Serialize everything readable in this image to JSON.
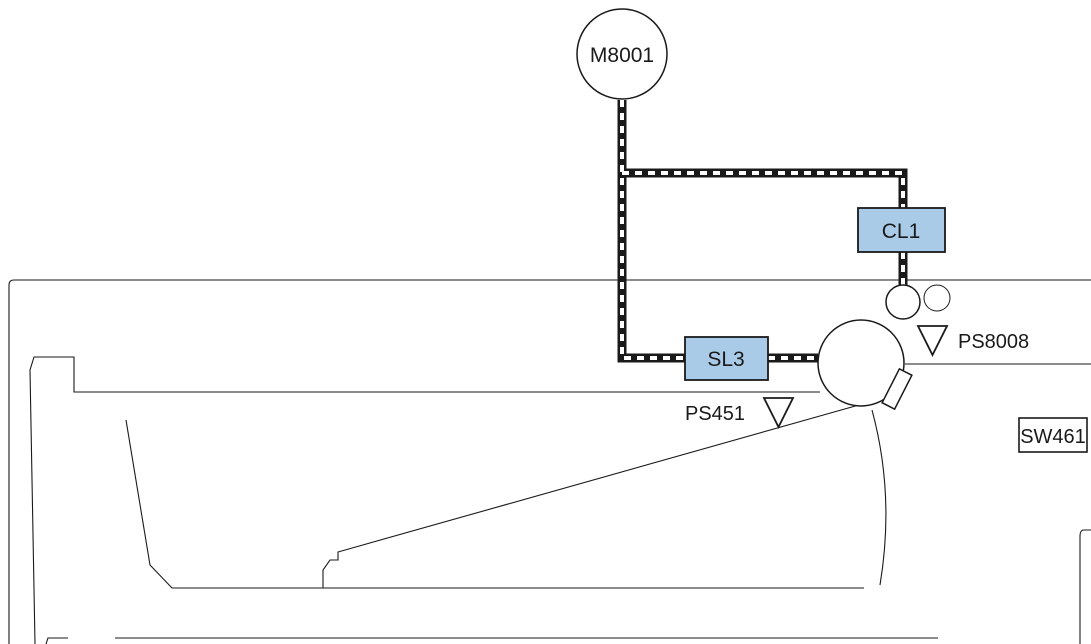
{
  "colors": {
    "stroke": "#1a1a1a",
    "component_fill": "#a9cbe8",
    "background": "#ffffff",
    "drive_dash": "#ffffff"
  },
  "labels": {
    "motor": "M8001",
    "clutch": "CL1",
    "solenoid": "SL3",
    "sensor_ps8008": "PS8008",
    "sensor_ps451": "PS451",
    "switch": "SW461"
  }
}
